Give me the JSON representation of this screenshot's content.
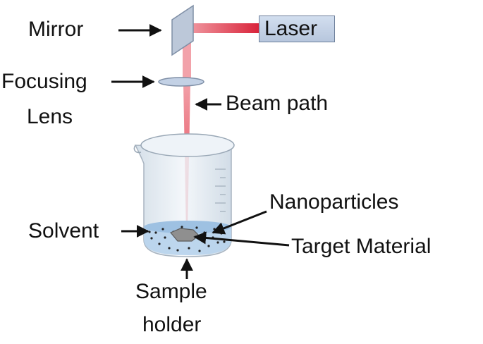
{
  "labels": {
    "mirror": "Mirror",
    "laser": "Laser",
    "focusing": "Focusing",
    "lens": "Lens",
    "beam_path": "Beam path",
    "nanoparticles": "Nanoparticles",
    "solvent": "Solvent",
    "target_material": "Target Material",
    "sample": "Sample",
    "holder": "holder"
  },
  "colors": {
    "beam": "#e03345",
    "optic": "#b7c7dd",
    "glass": "#dfe8f0",
    "solvent": "#b5d2ec",
    "target": "#8e8e8e"
  }
}
